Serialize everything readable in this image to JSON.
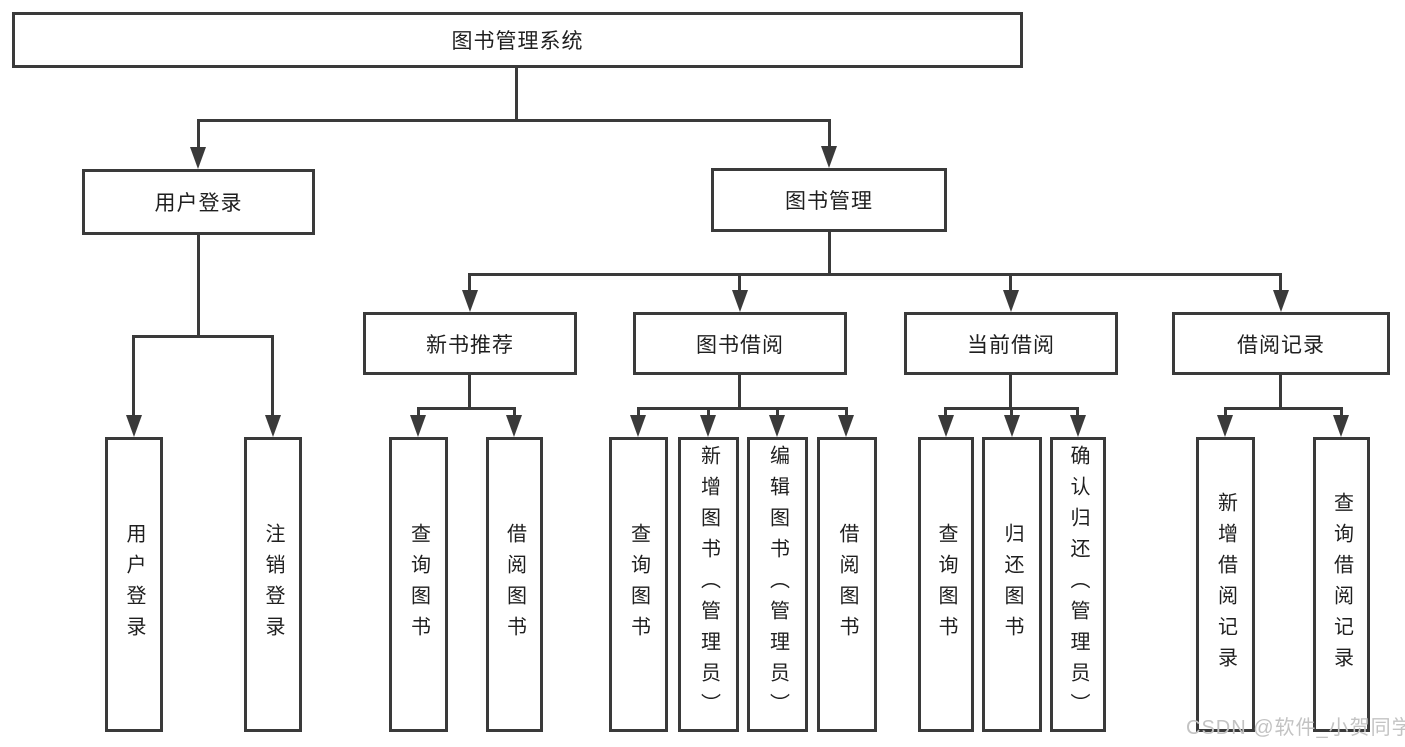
{
  "diagram": {
    "root": {
      "label": "图书管理系统"
    },
    "branches": [
      {
        "label": "用户登录",
        "children": [
          {
            "label": "用户登录"
          },
          {
            "label": "注销登录"
          }
        ]
      },
      {
        "label": "图书管理",
        "children": [
          {
            "label": "新书推荐",
            "children": [
              {
                "label": "查询图书"
              },
              {
                "label": "借阅图书"
              }
            ]
          },
          {
            "label": "图书借阅",
            "children": [
              {
                "label": "查询图书"
              },
              {
                "label": "新增图书（管理员）"
              },
              {
                "label": "编辑图书（管理员）"
              },
              {
                "label": "借阅图书"
              }
            ]
          },
          {
            "label": "当前借阅",
            "children": [
              {
                "label": "查询图书"
              },
              {
                "label": "归还图书"
              },
              {
                "label": "确认归还（管理员）"
              }
            ]
          },
          {
            "label": "借阅记录",
            "children": [
              {
                "label": "新增借阅记录"
              },
              {
                "label": "查询借阅记录"
              }
            ]
          }
        ]
      }
    ]
  },
  "watermark": "CSDN @软件_小贺同学",
  "colors": {
    "line": "#3a3a3a",
    "border": "#3a3a3a",
    "text": "#1f1f1f",
    "watermark": "#c3c3c3",
    "background": "#ffffff"
  }
}
